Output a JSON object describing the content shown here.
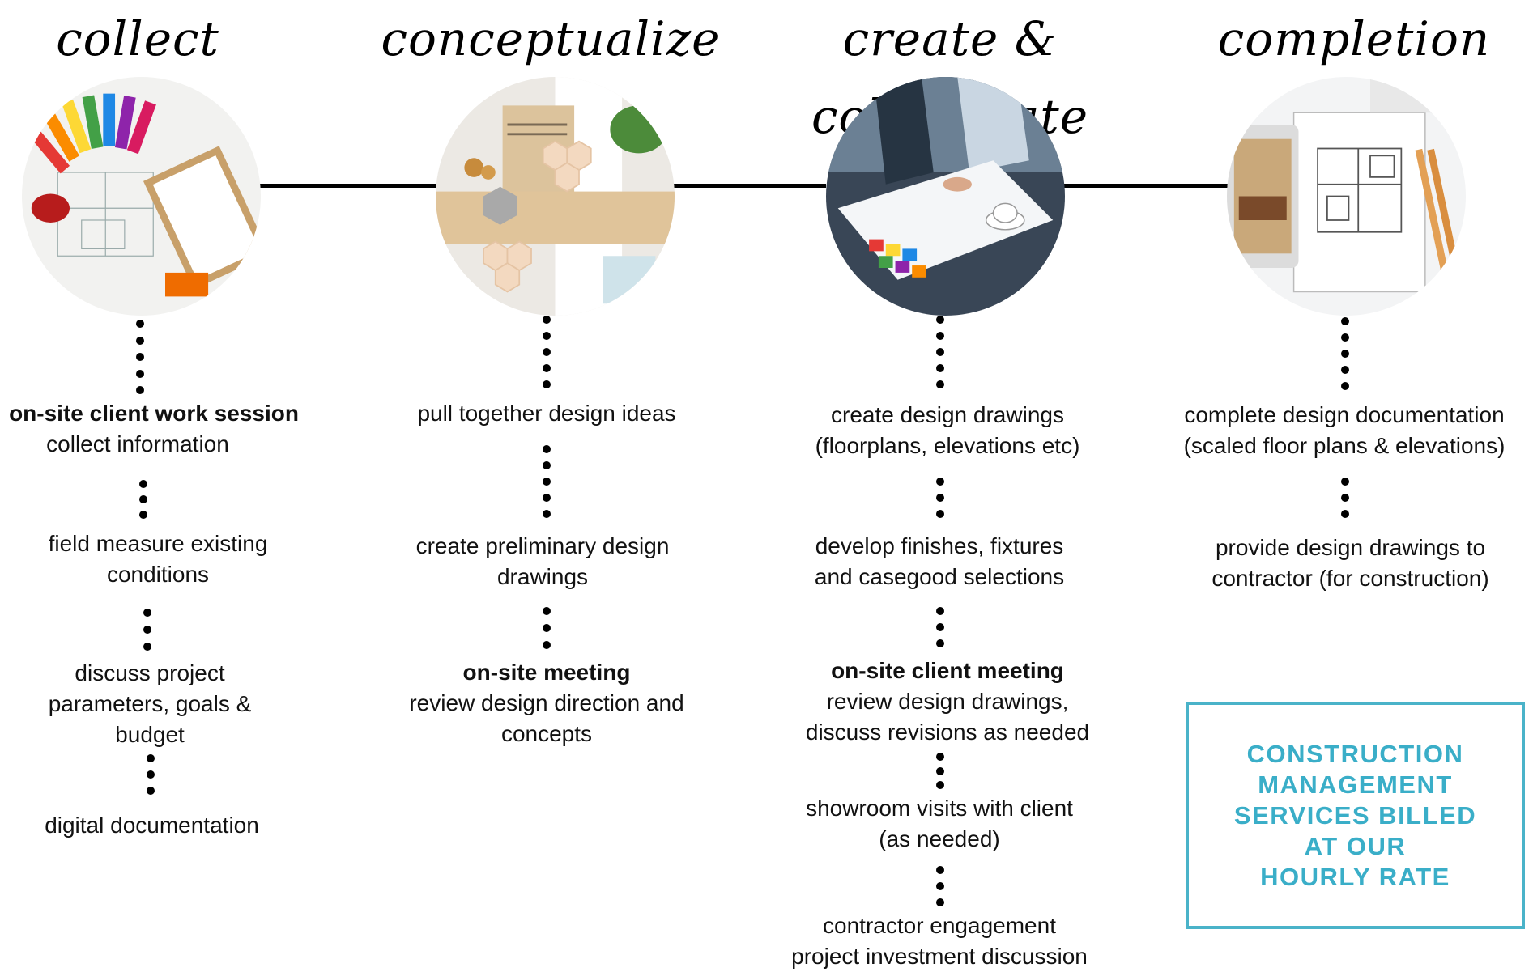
{
  "phases": [
    {
      "title": "collect",
      "steps": [
        {
          "bold": "on-site client work session",
          "lines": [
            "collect information"
          ]
        },
        {
          "lines": [
            "field measure existing",
            "conditions"
          ]
        },
        {
          "lines": [
            "discuss project",
            "parameters, goals &",
            "budget"
          ]
        },
        {
          "lines": [
            "digital documentation"
          ]
        }
      ]
    },
    {
      "title": "conceptualize",
      "steps": [
        {
          "lines": [
            "pull together design ideas"
          ]
        },
        {
          "lines": [
            "create preliminary design",
            "drawings"
          ]
        },
        {
          "bold": "on-site meeting",
          "lines": [
            "review design direction and",
            "concepts"
          ]
        }
      ]
    },
    {
      "title": "create & collaborate",
      "steps": [
        {
          "lines": [
            "create design drawings",
            "(floorplans, elevations etc)"
          ]
        },
        {
          "lines": [
            "develop finishes, fixtures",
            "and casegood selections"
          ]
        },
        {
          "bold": "on-site client meeting",
          "lines": [
            "review design drawings,",
            "discuss revisions as needed"
          ]
        },
        {
          "lines": [
            "showroom visits with client",
            "(as needed)"
          ]
        },
        {
          "lines": [
            "contractor engagement",
            "project investment discussion"
          ]
        }
      ]
    },
    {
      "title": "completion",
      "steps": [
        {
          "lines": [
            "complete design documentation",
            "(scaled floor plans & elevations)"
          ]
        },
        {
          "lines": [
            "provide design drawings to",
            "contractor (for construction)"
          ]
        }
      ]
    }
  ],
  "construction_box": {
    "lines": [
      "CONSTRUCTION",
      "MANAGEMENT",
      "SERVICES BILLED",
      "AT OUR",
      "HOURLY RATE"
    ],
    "color": "#3aaec8"
  },
  "icons": [
    "collect-photo",
    "conceptualize-photo",
    "create-collaborate-photo",
    "completion-photo"
  ]
}
